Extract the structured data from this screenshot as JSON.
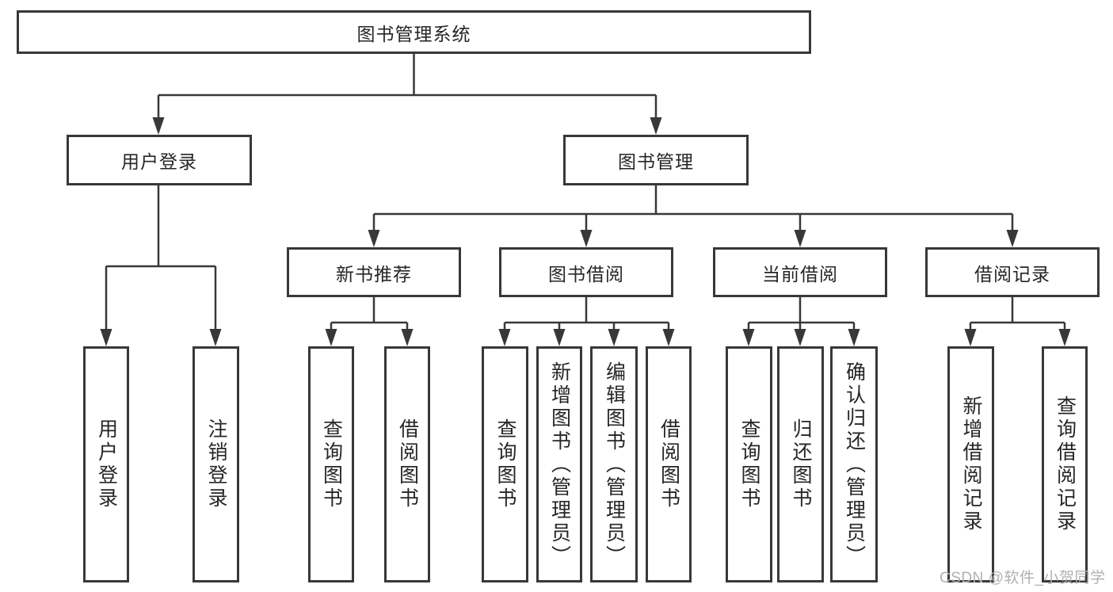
{
  "tree": {
    "root": {
      "label": "图书管理系统"
    },
    "branches": [
      {
        "label": "用户登录",
        "children": [
          {
            "label": "用户登录"
          },
          {
            "label": "注销登录"
          }
        ]
      },
      {
        "label": "图书管理",
        "children": [
          {
            "label": "新书推荐",
            "children": [
              {
                "label": "查询图书"
              },
              {
                "label": "借阅图书"
              }
            ]
          },
          {
            "label": "图书借阅",
            "children": [
              {
                "label": "查询图书"
              },
              {
                "label": "新增图书（管理员）"
              },
              {
                "label": "编辑图书（管理员）"
              },
              {
                "label": "借阅图书"
              }
            ]
          },
          {
            "label": "当前借阅",
            "children": [
              {
                "label": "查询图书"
              },
              {
                "label": "归还图书"
              },
              {
                "label": "确认归还（管理员）"
              }
            ]
          },
          {
            "label": "借阅记录",
            "children": [
              {
                "label": "新增借阅记录"
              },
              {
                "label": "查询借阅记录"
              }
            ]
          }
        ]
      }
    ]
  },
  "watermark": {
    "text": "CSDN @软件_小贺同学"
  },
  "colors": {
    "line": "#383838",
    "text": "#262626",
    "background": "#ffffff",
    "watermark": "#b0b0b0"
  }
}
